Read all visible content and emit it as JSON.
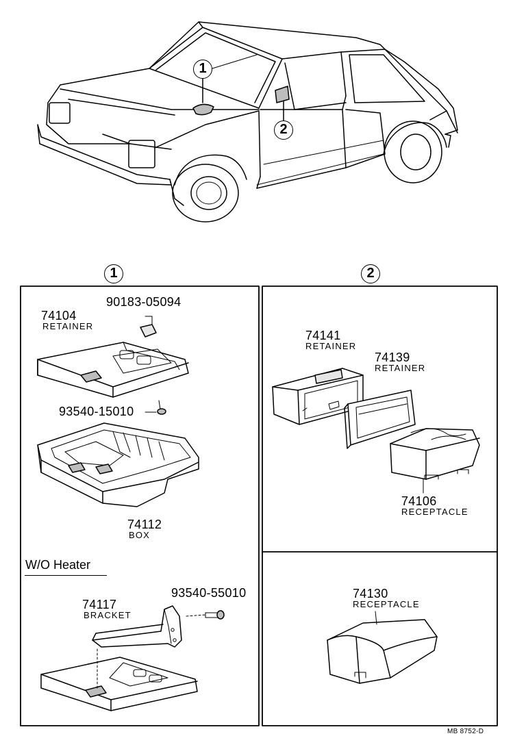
{
  "overview": {
    "callouts": [
      "1",
      "2"
    ]
  },
  "section1": {
    "callout": "1",
    "parts": {
      "p1": {
        "number": "74104",
        "name": "RETAINER"
      },
      "p2": {
        "number": "90183-05094"
      },
      "p3": {
        "number": "93540-15010"
      },
      "p4": {
        "number": "74112",
        "name": "BOX"
      }
    },
    "subsection": {
      "heading": "W/O Heater",
      "parts": {
        "p1": {
          "number": "74117",
          "name": "BRACKET"
        },
        "p2": {
          "number": "93540-55010"
        }
      }
    }
  },
  "section2": {
    "callout": "2",
    "parts": {
      "p1": {
        "number": "74141",
        "name": "RETAINER"
      },
      "p2": {
        "number": "74139",
        "name": "RETAINER"
      },
      "p3": {
        "number": "74106",
        "name": "RECEPTACLE"
      },
      "p4": {
        "number": "74130",
        "name": "RECEPTACLE"
      }
    }
  },
  "doc_id": "MB 8752-D"
}
